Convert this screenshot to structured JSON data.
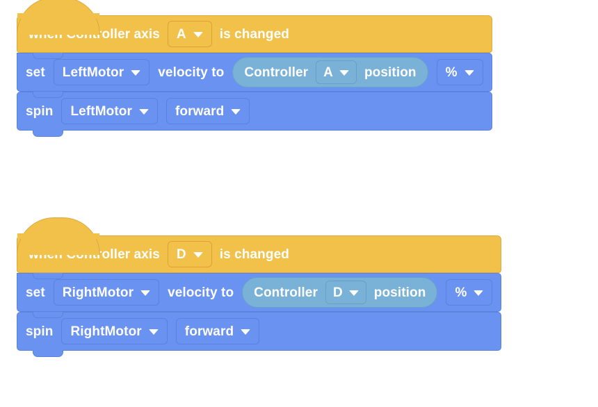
{
  "app": {
    "kind": "block-programming-canvas",
    "background_color": "#ffffff",
    "palette": {
      "event_block": "#f2c14a",
      "event_block_border": "#dba93c",
      "motion_block": "#6a92f0",
      "motion_block_border": "#5b82dd",
      "sensing_reporter": "#79b2d6",
      "sensing_reporter_border": "#68a2c8",
      "text": "#ffffff"
    }
  },
  "scripts": [
    {
      "id": "script-left-motor",
      "blocks": [
        {
          "type": "hat",
          "name": "when-controller-axis-changed",
          "parts": [
            {
              "kind": "label",
              "text": "when Controller axis"
            },
            {
              "kind": "dropdown",
              "name": "axis-dropdown",
              "value": "A"
            },
            {
              "kind": "label",
              "text": "is changed"
            }
          ]
        },
        {
          "type": "command",
          "name": "set-motor-velocity",
          "parts": [
            {
              "kind": "label",
              "text": "set"
            },
            {
              "kind": "dropdown",
              "name": "motor-dropdown",
              "value": "LeftMotor"
            },
            {
              "kind": "label",
              "text": "velocity to"
            },
            {
              "kind": "reporter",
              "name": "controller-axis-position",
              "parts": [
                {
                  "kind": "label",
                  "text": "Controller"
                },
                {
                  "kind": "dropdown",
                  "name": "axis-dropdown",
                  "value": "A"
                },
                {
                  "kind": "label",
                  "text": "position"
                }
              ]
            },
            {
              "kind": "dropdown",
              "name": "units-dropdown",
              "value": "%"
            }
          ]
        },
        {
          "type": "command",
          "name": "spin-motor",
          "parts": [
            {
              "kind": "label",
              "text": "spin"
            },
            {
              "kind": "dropdown",
              "name": "motor-dropdown",
              "value": "LeftMotor"
            },
            {
              "kind": "dropdown",
              "name": "direction-dropdown",
              "value": "forward"
            }
          ]
        }
      ]
    },
    {
      "id": "script-right-motor",
      "blocks": [
        {
          "type": "hat",
          "name": "when-controller-axis-changed",
          "parts": [
            {
              "kind": "label",
              "text": "when Controller axis"
            },
            {
              "kind": "dropdown",
              "name": "axis-dropdown",
              "value": "D"
            },
            {
              "kind": "label",
              "text": "is changed"
            }
          ]
        },
        {
          "type": "command",
          "name": "set-motor-velocity",
          "parts": [
            {
              "kind": "label",
              "text": "set"
            },
            {
              "kind": "dropdown",
              "name": "motor-dropdown",
              "value": "RightMotor"
            },
            {
              "kind": "label",
              "text": "velocity to"
            },
            {
              "kind": "reporter",
              "name": "controller-axis-position",
              "parts": [
                {
                  "kind": "label",
                  "text": "Controller"
                },
                {
                  "kind": "dropdown",
                  "name": "axis-dropdown",
                  "value": "D"
                },
                {
                  "kind": "label",
                  "text": "position"
                }
              ]
            },
            {
              "kind": "dropdown",
              "name": "units-dropdown",
              "value": "%"
            }
          ]
        },
        {
          "type": "command",
          "name": "spin-motor",
          "parts": [
            {
              "kind": "label",
              "text": "spin"
            },
            {
              "kind": "dropdown",
              "name": "motor-dropdown",
              "value": "RightMotor"
            },
            {
              "kind": "dropdown",
              "name": "direction-dropdown",
              "value": "forward"
            }
          ]
        }
      ]
    }
  ]
}
